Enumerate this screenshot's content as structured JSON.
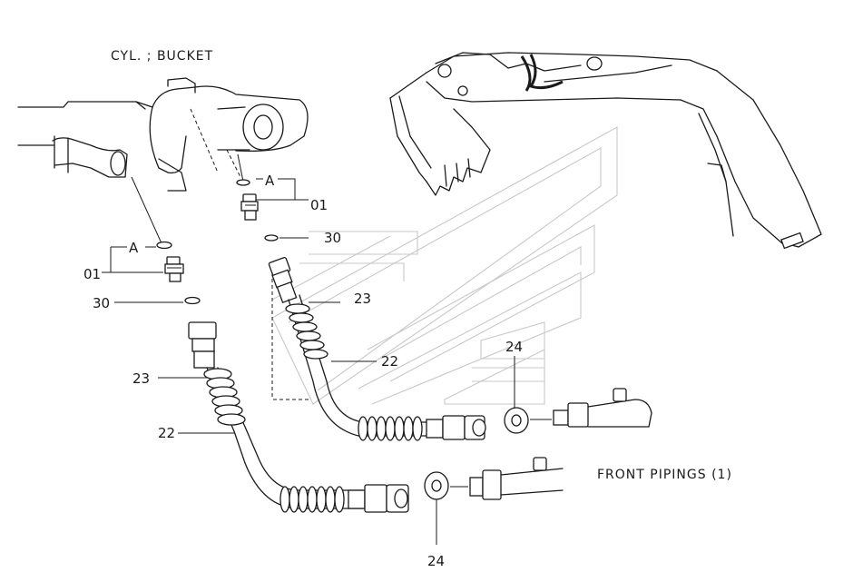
{
  "title": "CYL. ; BUCKET",
  "subtitle": "FRONT PIPINGS (1)",
  "callouts": {
    "fitting_a_right": "A",
    "fitting_a_left": "A",
    "part_01_right": "01",
    "part_01_left": "01",
    "part_30_right": "30",
    "part_30_left": "30",
    "part_23_right": "23",
    "part_23_left": "23",
    "part_22_right": "22",
    "part_22_left": "22",
    "part_24_upper": "24",
    "part_24_lower": "24"
  }
}
